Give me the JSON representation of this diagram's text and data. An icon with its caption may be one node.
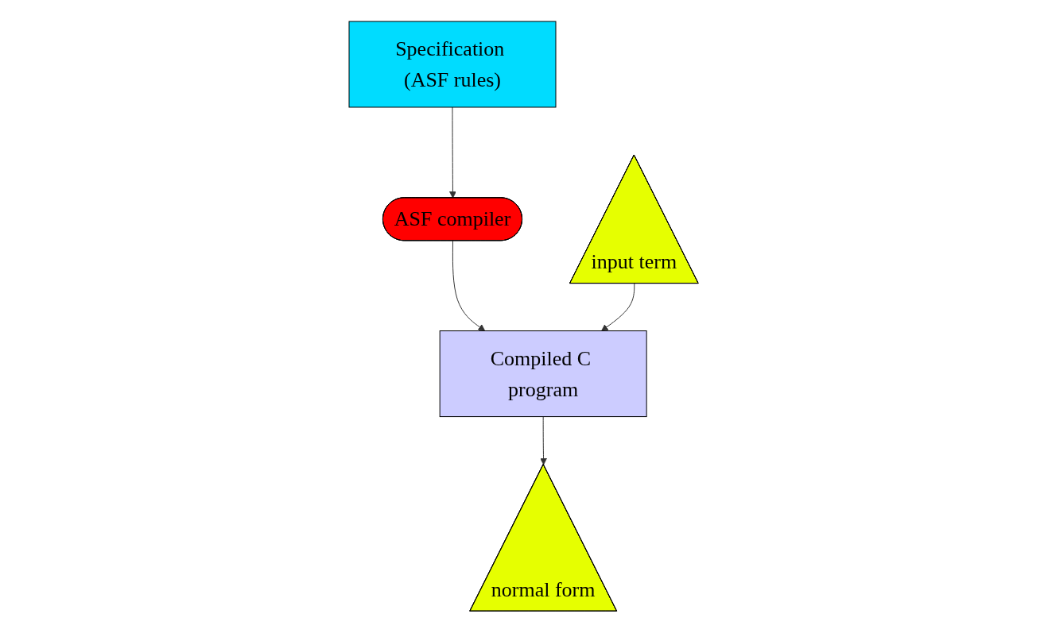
{
  "diagram": {
    "nodes": [
      {
        "text": [
          "Specification (ASF rules)"
        ]
      },
      {
        "text": [
          "ASF compiler"
        ]
      },
      {
        "text": [
          "input term"
        ]
      },
      {
        "text": [
          "Compiled C program"
        ]
      },
      {
        "text": [
          "normal form"
        ]
      }
    ],
    "edges": [
      {
        "from": 0,
        "to": 1,
        "arrow": "to"
      },
      {
        "from": 1,
        "to": 3,
        "arrow": "to"
      },
      {
        "from": 2,
        "to": 3,
        "arrow": "to"
      },
      {
        "from": 3,
        "to": 4,
        "arrow": "to"
      }
    ]
  }
}
